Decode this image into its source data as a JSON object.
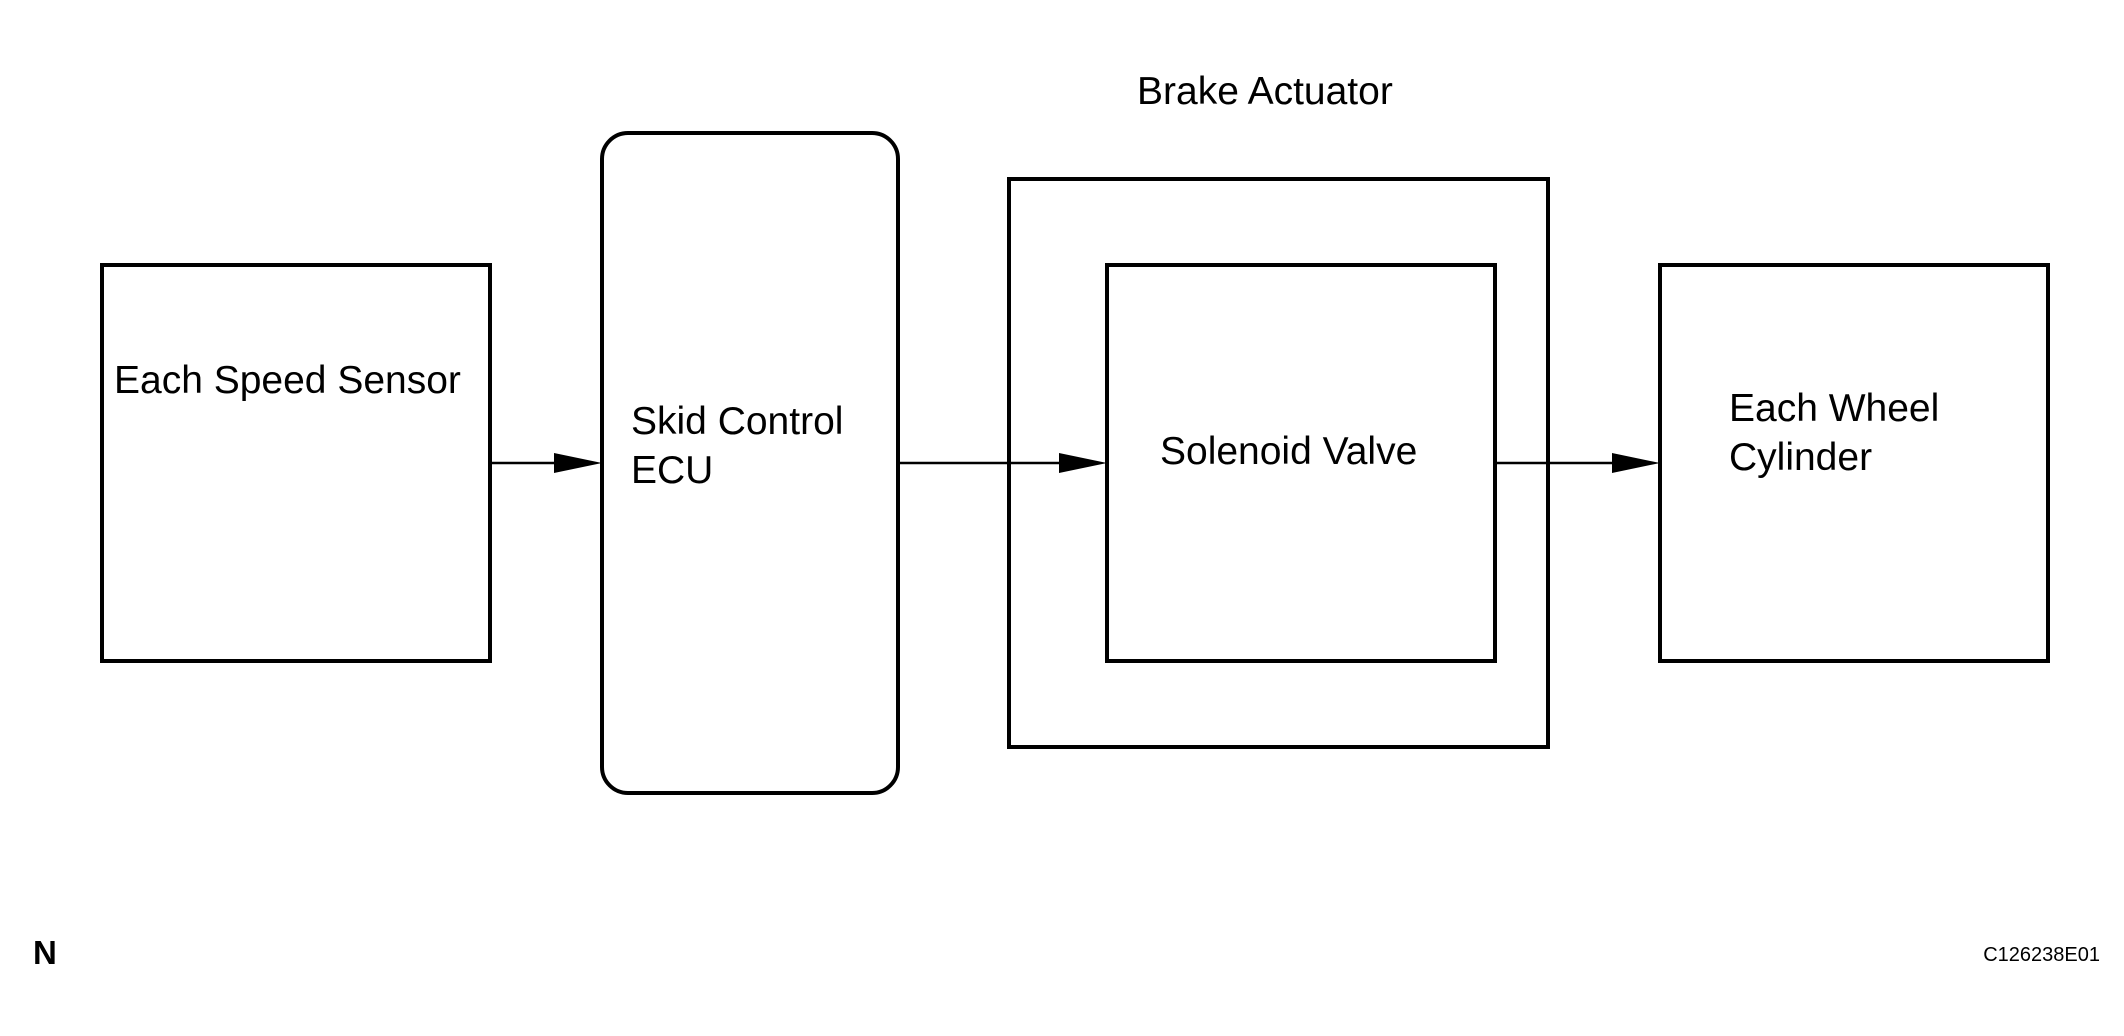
{
  "diagram": {
    "nodes": {
      "speed_sensor": {
        "lines": [
          "Each Speed Sensor"
        ]
      },
      "skid_ecu": {
        "lines": [
          "Skid Control",
          "ECU"
        ]
      },
      "brake_actuator": {
        "title": "Brake Actuator"
      },
      "solenoid_valve": {
        "lines": [
          "Solenoid Valve"
        ]
      },
      "wheel_cylinder": {
        "lines": [
          "Each Wheel",
          "Cylinder"
        ]
      }
    },
    "edges": [
      {
        "from": "speed_sensor",
        "to": "skid_ecu"
      },
      {
        "from": "skid_ecu",
        "to": "solenoid_valve"
      },
      {
        "from": "solenoid_valve",
        "to": "wheel_cylinder"
      }
    ],
    "corner_mark": "N",
    "figure_code": "C126238E01"
  }
}
